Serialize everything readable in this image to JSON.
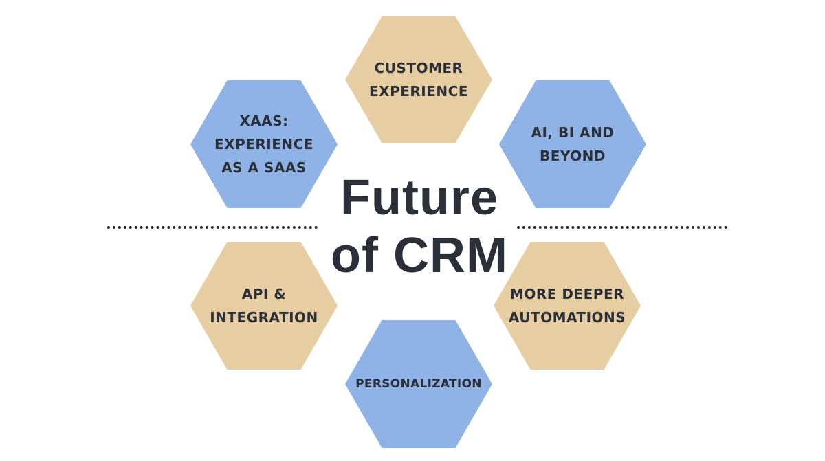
{
  "title": {
    "line1": "Future",
    "line2": "of CRM"
  },
  "hexagons": [
    {
      "label": "CUSTOMER\nEXPERIENCE",
      "color": "#e6cda2"
    },
    {
      "label": "XAAS:\nEXPERIENCE\nAS A SAAS",
      "color": "#8fb3e6"
    },
    {
      "label": "AI, BI AND\nBEYOND",
      "color": "#8fb3e6"
    },
    {
      "label": "API  &\nINTEGRATION",
      "color": "#e6cda2"
    },
    {
      "label": "MORE DEEPER\nAUTOMATIONS",
      "color": "#e6cda2"
    },
    {
      "label": "PERSONALIZATION",
      "color": "#8fb3e6"
    }
  ],
  "colors": {
    "tan": "#e6cda2",
    "blue": "#8fb3e6",
    "text": "#2b2f38"
  }
}
